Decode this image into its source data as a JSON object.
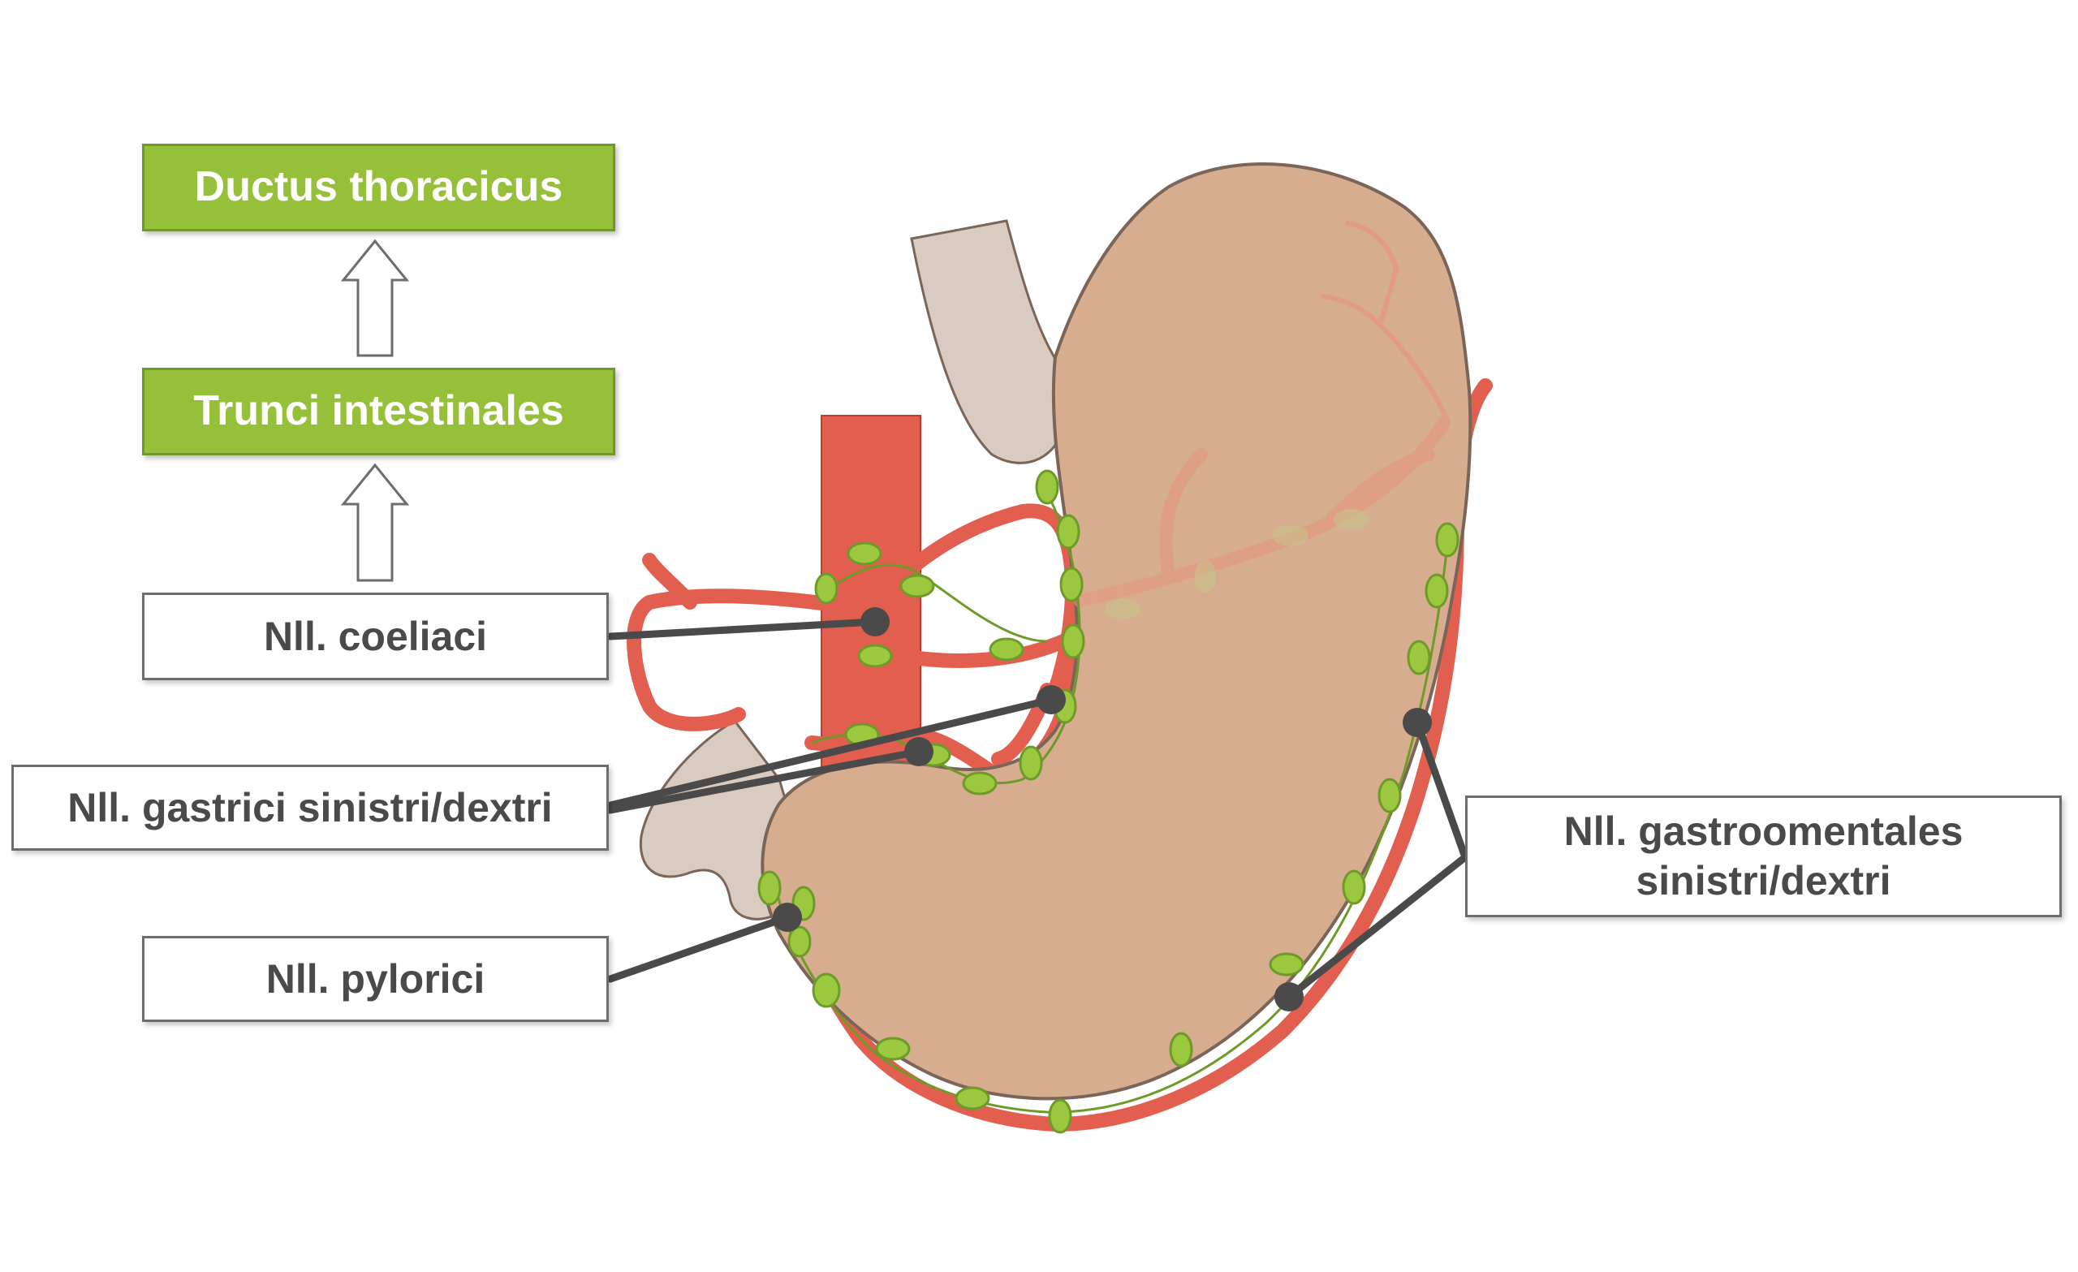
{
  "diagram": {
    "labels": {
      "ductus": "Ductus thoracicus",
      "trunci": "Trunci intestinales",
      "coeliaci": "Nll. coeliaci",
      "gastrici": "Nll. gastrici sinistri/dextri",
      "pylorici": "Nll. pylorici",
      "gastroomentales_line1": "Nll. gastroomentales",
      "gastroomentales_line2": "sinistri/dextri"
    },
    "colors": {
      "green_box": "#96bf3a",
      "stomach": "#d6ad8f",
      "stomach_outline": "#7a6558",
      "artery": "#e25f50",
      "artery_outline": "#c23a2e",
      "lymph_node": "#9cc83f",
      "lymph_vessel": "#6e9a2a",
      "leader_line": "#4a4a4a",
      "esophagus_duodenum": "#d9cbc0"
    }
  }
}
